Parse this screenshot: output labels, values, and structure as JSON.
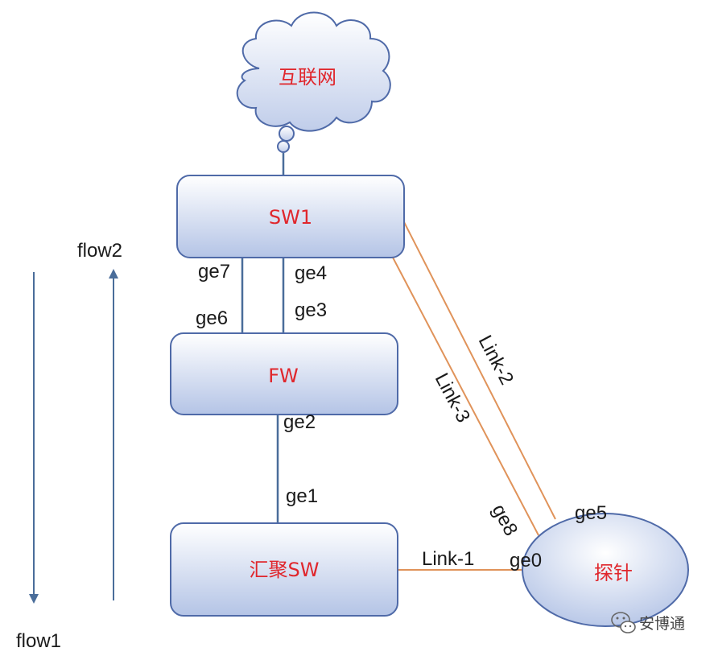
{
  "colors": {
    "node_text": "#e0262c",
    "node_fill_top": "#ffffff",
    "node_fill_bottom": "#b4c4e6",
    "node_stroke": "#4f6aa8",
    "line_blue": "#4a6d9a",
    "line_orange": "#e0935a",
    "label": "#1a1a1a"
  },
  "nodes": {
    "internet": "互联网",
    "sw1": "SW1",
    "fw": "FW",
    "agg_sw": "汇聚SW",
    "probe": "探针"
  },
  "ports": {
    "ge7": "ge7",
    "ge4": "ge4",
    "ge6": "ge6",
    "ge3": "ge3",
    "ge2": "ge2",
    "ge1": "ge1",
    "ge8": "ge8",
    "ge5": "ge5",
    "ge0": "ge0"
  },
  "links": {
    "link1": "Link-1",
    "link2": "Link-2",
    "link3": "Link-3"
  },
  "flows": {
    "flow1": "flow1",
    "flow2": "flow2"
  },
  "watermark": {
    "text": "安博通"
  }
}
